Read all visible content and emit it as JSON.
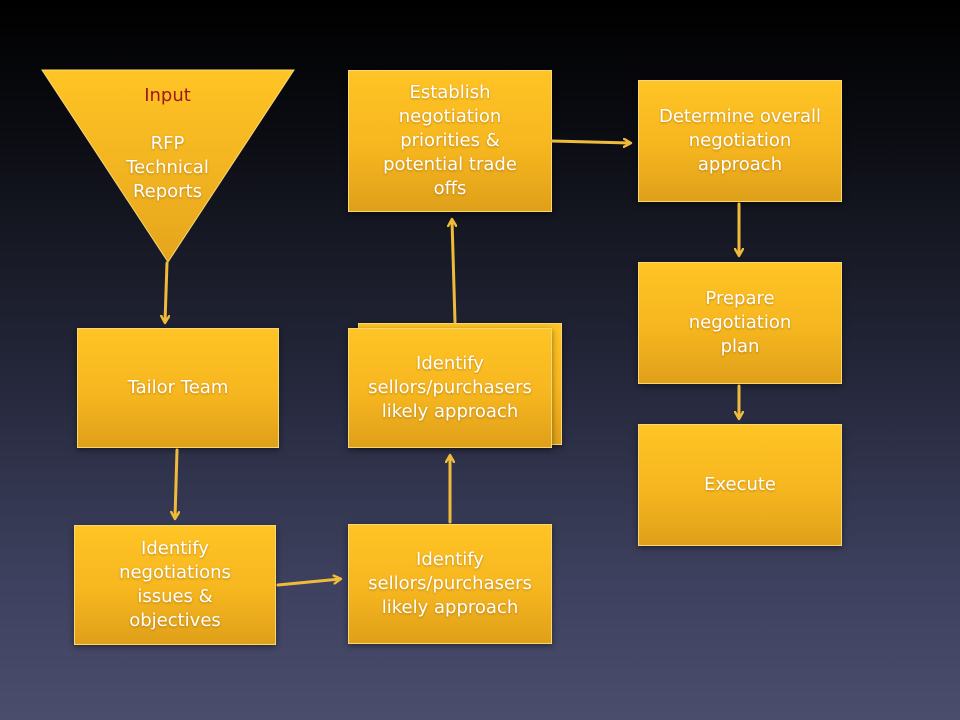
{
  "input": {
    "label": "Input",
    "items": "RFP\nTechnical\nReports",
    "label_color": "#a01818"
  },
  "steps": {
    "tailor_team": "Tailor Team",
    "identify_issues": "Identify\nnegotiations\nissues &\nobjectives",
    "identify_approach_lower": "Identify\nsellors/purchasers\nlikely approach",
    "identify_approach_upper": "Identify\nsellors/purchasers\nlikely approach",
    "establish_priorities": "Establish\nnegotiation\npriorities &\npotential trade\noffs",
    "determine_approach": "Determine overall\nnegotiation\napproach",
    "prepare_plan": "Prepare\nnegotiation\nplan",
    "execute": "Execute"
  },
  "colors": {
    "box_fill": "#f6b61f",
    "arrow": "#f0bb3a",
    "text": "#ffffff"
  }
}
